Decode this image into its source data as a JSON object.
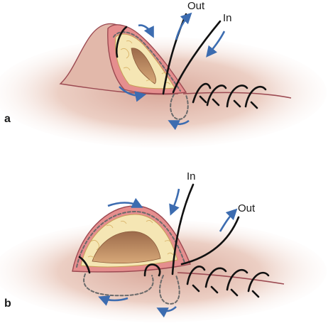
{
  "panels": [
    {
      "label": "a",
      "arrow_labels": {
        "out": "Out",
        "in": "In"
      }
    },
    {
      "label": "b",
      "arrow_labels": {
        "out": "Out",
        "in": "In"
      }
    }
  ],
  "colors": {
    "skin_surface": "#eccfc4",
    "skin_shadow": "#d9a89a",
    "dermis_edge": "#e58e8e",
    "fat": "#f5e6b4",
    "wound_bed": "#b98a66",
    "suture": "#111111",
    "buried_suture": "#6a6a6a",
    "arrow": "#3c6cb0"
  },
  "icons": {
    "direction_arrow": "blue-curved-arrow-icon",
    "needle_path": "dashed-loop-icon"
  }
}
